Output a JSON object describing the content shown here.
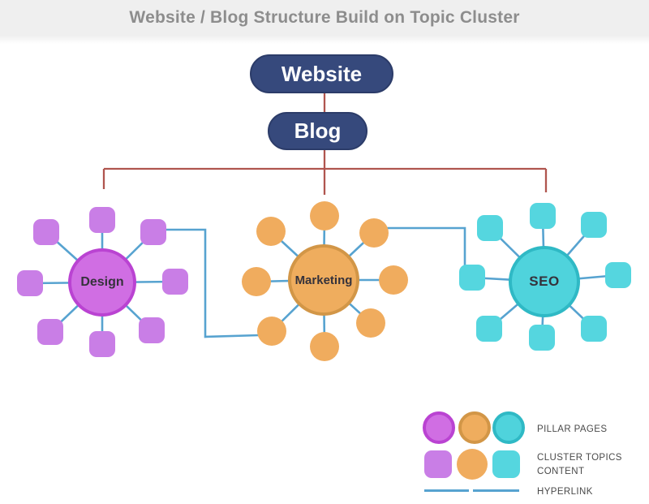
{
  "title": "Website / Blog Structure Build on Topic Cluster",
  "tree": {
    "website_label": "Website",
    "blog_label": "Blog"
  },
  "clusters": [
    {
      "label": "Design",
      "role": "pillar-page",
      "topic_shape": "rounded-square",
      "topics_count": 8
    },
    {
      "label": "Marketing",
      "role": "pillar-page",
      "topic_shape": "circle",
      "topics_count": 8
    },
    {
      "label": "SEO",
      "role": "pillar-page",
      "topic_shape": "rounded-square",
      "topics_count": 8
    }
  ],
  "legend": {
    "pillar_label": "PILLAR PAGES",
    "cluster_label_line1": "CLUSTER TOPICS",
    "cluster_label_line2": "CONTENT",
    "hyperlink_label": "HYPERLINK"
  },
  "colors": {
    "header-bg": "#efefef",
    "title-text": "#8d8d8d",
    "navy": "#36497c",
    "navy-border": "#2c3c69",
    "red-line": "#b0554f",
    "blue-line": "#57a3d0",
    "purple-fill": "#d06ee3",
    "purple-border": "#ba43d2",
    "purple-topic": "#c97ee6",
    "orange-fill": "#efad5e",
    "orange-border": "#d29647",
    "orange-topic": "#f0ac5e",
    "cyan-fill": "#4fd3dc",
    "cyan-border": "#2fb9c5",
    "cyan-topic": "#55d6df",
    "legend-text": "#4a4a4a"
  }
}
